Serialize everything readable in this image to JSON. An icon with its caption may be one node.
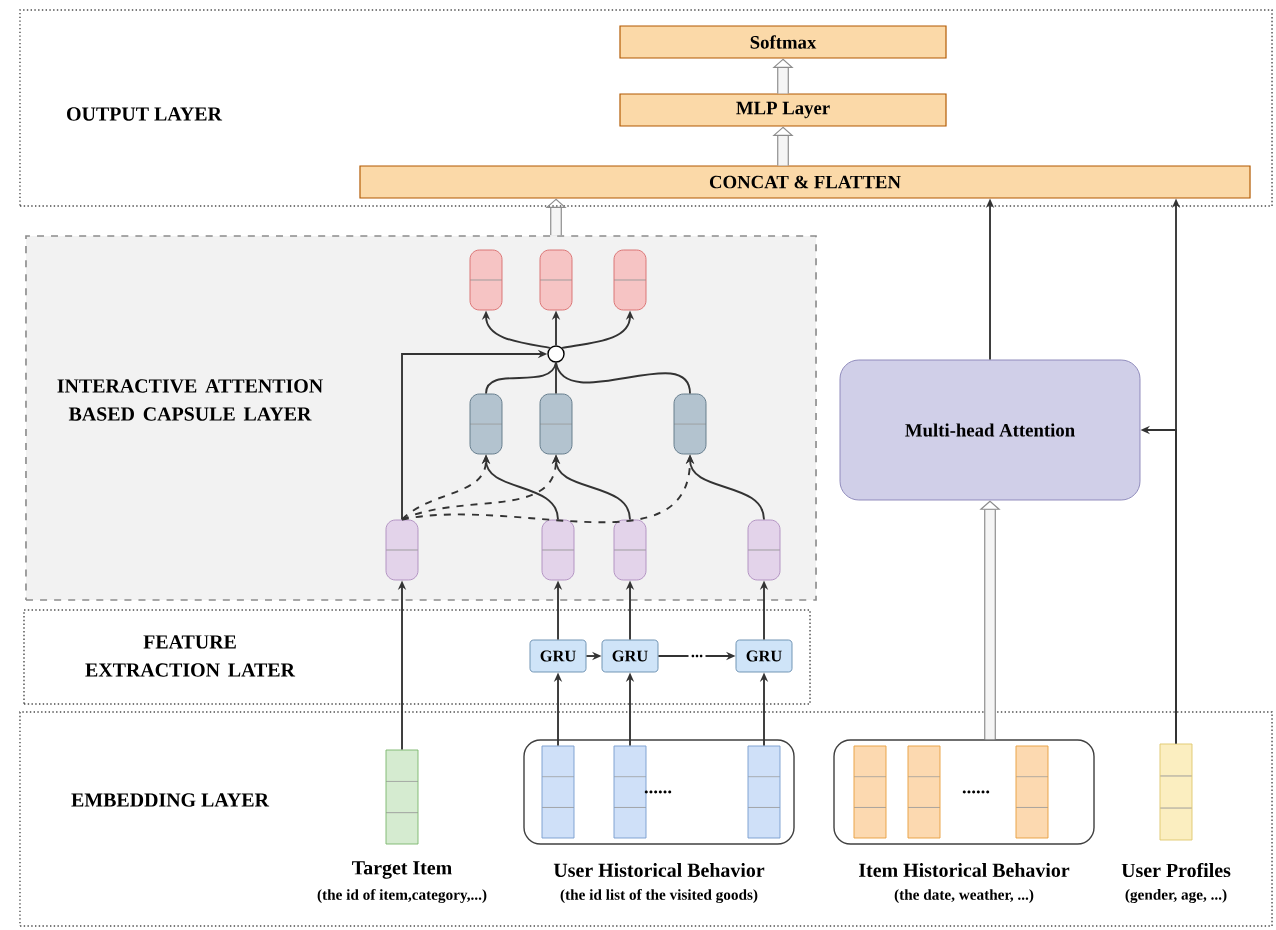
{
  "diagram": {
    "nodes": [
      {
        "text": [
          "OUTPUT LAYER"
        ]
      },
      {
        "text": [
          "Softmax"
        ],
        "in": 0
      },
      {
        "text": [
          "MLP Layer"
        ],
        "in": 0
      },
      {
        "text": [
          "CONCAT & FLATTEN"
        ],
        "in": 0
      },
      {
        "text": [
          "INTERACTIVE ATTENTION BASED CAPSULE LAYER"
        ]
      },
      {
        "text": [],
        "shape": "capsule",
        "in": 4
      },
      {
        "text": [],
        "shape": "capsule",
        "in": 4
      },
      {
        "text": [],
        "shape": "capsule",
        "in": 4
      },
      {
        "text": [],
        "shape": "circle",
        "in": 4
      },
      {
        "text": [],
        "shape": "capsule",
        "in": 4
      },
      {
        "text": [],
        "shape": "capsule",
        "in": 4
      },
      {
        "text": [],
        "shape": "capsule",
        "in": 4
      },
      {
        "text": [],
        "shape": "capsule",
        "in": 4
      },
      {
        "text": [],
        "shape": "capsule",
        "in": 4
      },
      {
        "text": [],
        "shape": "capsule",
        "in": 4
      },
      {
        "text": [],
        "shape": "capsule",
        "in": 4
      },
      {
        "text": [
          "FEATURE EXTRACTION LATER"
        ]
      },
      {
        "text": [
          "GRU"
        ],
        "in": 16
      },
      {
        "text": [
          "GRU"
        ],
        "in": 16
      },
      {
        "text": [
          "GRU"
        ],
        "in": 16
      },
      {
        "text": [
          "Multi-head Attention"
        ]
      },
      {
        "text": [
          "EMBEDDING LAYER"
        ]
      },
      {
        "text": [],
        "shape": "box",
        "in": 21,
        "beside": [
          "Target Item",
          "(the id of item,category,...)"
        ]
      },
      {
        "text": [],
        "shape": "box",
        "in": 21,
        "beside": [
          "User Historical Behavior",
          "(the id list of the visited goods)"
        ]
      },
      {
        "text": [],
        "shape": "box",
        "in": 23
      },
      {
        "text": [],
        "shape": "box",
        "in": 23
      },
      {
        "text": [],
        "shape": "box",
        "in": 23
      },
      {
        "text": [],
        "shape": "box",
        "in": 21,
        "beside": [
          "Item Historical Behavior",
          "(the date, weather, ...)"
        ]
      },
      {
        "text": [],
        "shape": "box",
        "in": 27
      },
      {
        "text": [],
        "shape": "box",
        "in": 27
      },
      {
        "text": [],
        "shape": "box",
        "in": 27
      },
      {
        "text": [],
        "shape": "box",
        "in": 21,
        "beside": [
          "User Profiles",
          "(gender, age, ...)"
        ]
      }
    ],
    "edges": [
      {
        "from": 3,
        "to": 2,
        "arrow": "to",
        "style": "thick"
      },
      {
        "from": 2,
        "to": 1,
        "arrow": "to",
        "style": "thick"
      },
      {
        "from": 4,
        "to": 3,
        "arrow": "to",
        "style": "thick"
      },
      {
        "from": 20,
        "to": 3,
        "arrow": "to"
      },
      {
        "from": 31,
        "to": 3,
        "arrow": "to"
      },
      {
        "from": 31,
        "to": 20,
        "arrow": "to"
      },
      {
        "from": 27,
        "to": 20,
        "arrow": "to",
        "style": "thick"
      },
      {
        "from": 22,
        "to": 12,
        "arrow": "to"
      },
      {
        "from": 24,
        "to": 17,
        "arrow": "to"
      },
      {
        "from": 25,
        "to": 18,
        "arrow": "to"
      },
      {
        "from": 26,
        "to": 19,
        "arrow": "to"
      },
      {
        "from": 17,
        "to": 18,
        "arrow": "to"
      },
      {
        "from": 18,
        "to": 19,
        "arrow": "to",
        "label": "..."
      },
      {
        "from": 17,
        "to": 13,
        "arrow": "to"
      },
      {
        "from": 18,
        "to": 14,
        "arrow": "to"
      },
      {
        "from": 19,
        "to": 15,
        "arrow": "to"
      },
      {
        "from": 13,
        "to": 9,
        "arrow": "to"
      },
      {
        "from": 14,
        "to": 10,
        "arrow": "to"
      },
      {
        "from": 15,
        "to": 11,
        "arrow": "to"
      },
      {
        "from": 12,
        "to": 9,
        "arrow": "to",
        "style": "dashed"
      },
      {
        "from": 12,
        "to": 10,
        "arrow": "to",
        "style": "dashed"
      },
      {
        "from": 12,
        "to": 11,
        "arrow": "to",
        "style": "dashed"
      },
      {
        "from": 9,
        "to": 8,
        "arrow": "none"
      },
      {
        "from": 10,
        "to": 8,
        "arrow": "none"
      },
      {
        "from": 11,
        "to": 8,
        "arrow": "none"
      },
      {
        "from": 12,
        "to": 8,
        "arrow": "to"
      },
      {
        "from": 8,
        "to": 5,
        "arrow": "to"
      },
      {
        "from": 8,
        "to": 6,
        "arrow": "to"
      },
      {
        "from": 8,
        "to": 7,
        "arrow": "to"
      }
    ],
    "labels": [
      "......",
      "......"
    ]
  }
}
